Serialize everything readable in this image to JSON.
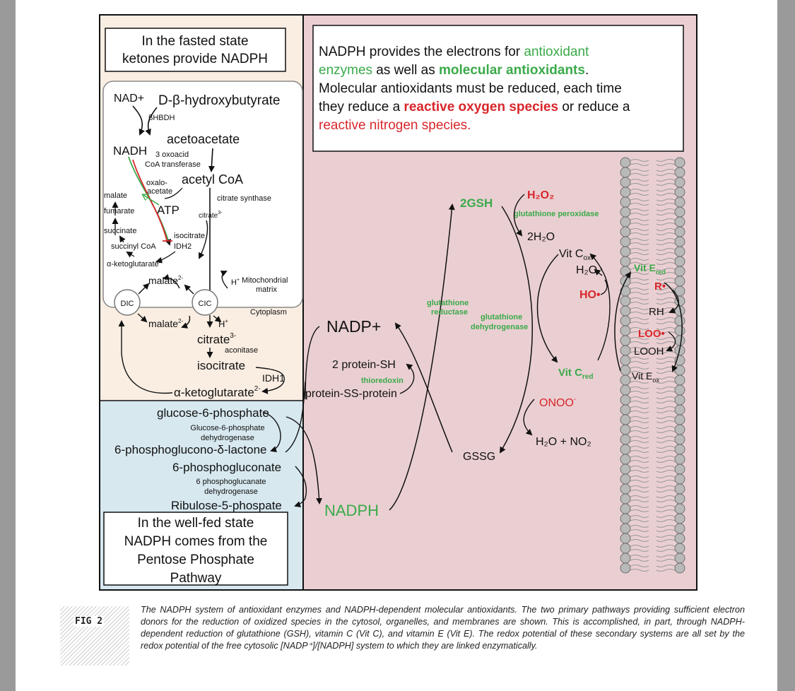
{
  "fasted_box": {
    "line1": "In the fasted state",
    "line2": "ketones provide NADPH"
  },
  "info_box": {
    "l1a": "NADPH provides the electrons for ",
    "l1b": "antioxidant",
    "l2a": "enzymes",
    "l2b": " as well as ",
    "l2c": "molecular antioxidants",
    "l2d": ".",
    "l3": "Molecular antioxidants must be reduced, each time",
    "l4a": "they reduce a ",
    "l4b": "reactive oxygen species",
    "l4c": " or reduce a",
    "l5": "reactive  nitrogen species."
  },
  "mito": {
    "nad": "NAD+",
    "dbhb": "D-β-hydroxybutyrate",
    "bhbdh": "βHBDH",
    "acetoacetate": "acetoacetate",
    "nadh": "NADH",
    "oxoacid1": "3 oxoacid",
    "oxoacid2": "CoA transferase",
    "oxaloacetate1": "oxalo-",
    "oxaloacetate2": "acetate",
    "acetylcoa": "acetyl CoA",
    "citrate_synthase": "citrate synthase",
    "malate": "malate",
    "fumarate": "fumarate",
    "atp": "ATP",
    "citrate": "citrate",
    "citrate_sup": "3-",
    "succinate": "succinate",
    "isocitrate": "isocitrate",
    "succinylcoa": "succinyl CoA",
    "idh2": "IDH2",
    "akg": "α-ketoglutarate",
    "akg_sup": "2-",
    "malate2": "malate",
    "malate2_sup": "2-",
    "hplus": "H",
    "mito_label1": "Mitochondrial",
    "mito_label2": "matrix",
    "dic": "DIC",
    "cic": "CIC"
  },
  "cyto": {
    "cytoplasm": "Cytoplasm",
    "malate": "malate",
    "malate_sup": "2-",
    "hplus": "H",
    "citrate": "citrate",
    "citrate_sup": "3-",
    "aconitase": "aconitase",
    "isocitrate": "isocitrate",
    "idh1": "IDH1",
    "akg": "α-ketoglutarate",
    "akg_sup": "2-"
  },
  "ppp": {
    "g6p": "glucose-6-phosphate",
    "g6pdh1": "Glucose-6-phosphate",
    "g6pdh2": "dehydrogenase",
    "lactone": "6-phosphoglucono-δ-lactone",
    "pg": "6-phosphogluconate",
    "pgdh1": "6 phosphoglucanate",
    "pgdh2": "dehydrogenase",
    "ru5p": "Ribulose-5-phospate"
  },
  "fed_box": {
    "l1": "In the well-fed state",
    "l2": "NADPH comes from the",
    "l3": "Pentose Phosphate",
    "l4": "Pathway"
  },
  "center": {
    "nadp_plus": "NADP+",
    "nadph": "NADPH",
    "protein_sh": "2 protein-SH",
    "thioredoxin": "thioredoxin",
    "protein_ss": "protein-SS-protein",
    "gr1": "glutathione",
    "gr2": "reductase",
    "gd1": "glutathione",
    "gd2": "dehydrogenase",
    "gsh": "2GSH",
    "gssg": "GSSG",
    "h2o2": "H₂O₂",
    "gpx": "glutathione peroxidase",
    "h2o_2": "2H₂O",
    "vitc_ox": "Vit C",
    "vitc_ox_sub": "ox",
    "h2o": "H₂O",
    "ho": "HO•",
    "vitc_red": "Vit C",
    "vitc_red_sub": "red",
    "onoo": "ONOO",
    "onoo_sup": "-",
    "h2o_no2": "H₂O + NO₂"
  },
  "membrane": {
    "vite_red": "Vit E",
    "vite_red_sub": "red",
    "r_rad": "R•",
    "rh": "RH",
    "loo": "LOO•",
    "looh": "LOOH",
    "vite_ox": "Vit E",
    "vite_ox_sub": "ox"
  },
  "figure_label": "FIG 2",
  "caption": "The NADPH system of antioxidant enzymes and NADPH-dependent molecular antioxidants. The two primary pathways providing sufficient electron donors for the reduction of oxidized species in the cytosol, organelles, and membranes are shown. This is accomplished, in part, through NADPH-dependent reduction of glutathione (GSH), vitamin C (Vit C), and vitamin E (Vit E). The redox potential of these secondary systems are all set by the redox potential of the free cytosolic [NADP⁺]/[NADPH] system to which they are linked enzymatically.",
  "colors": {
    "green": "#3aaa4a",
    "red": "#d8262b",
    "fasted_bg": "#faeee3",
    "fed_bg": "#d7e8ef",
    "right_bg": "#eacfd2"
  }
}
